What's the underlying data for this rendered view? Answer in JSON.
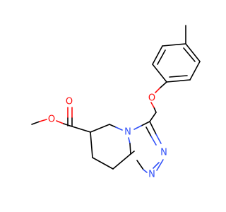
{
  "molecule": {
    "atoms": {
      "o_ketone": {
        "symbol": "O",
        "color": "#ff0d0d"
      },
      "o_ester": {
        "symbol": "O",
        "color": "#ff0d0d"
      },
      "o_ether": {
        "symbol": "O",
        "color": "#ff0d0d"
      },
      "n_bridge": {
        "symbol": "N",
        "color": "#3050f8"
      },
      "n_upper": {
        "symbol": "N",
        "color": "#3050f8"
      },
      "n_lower": {
        "symbol": "N",
        "color": "#3050f8"
      }
    },
    "colors": {
      "bond": "#000000",
      "oxygen": "#ff0d0d",
      "nitrogen": "#3050f8",
      "background": "#ffffff"
    }
  }
}
